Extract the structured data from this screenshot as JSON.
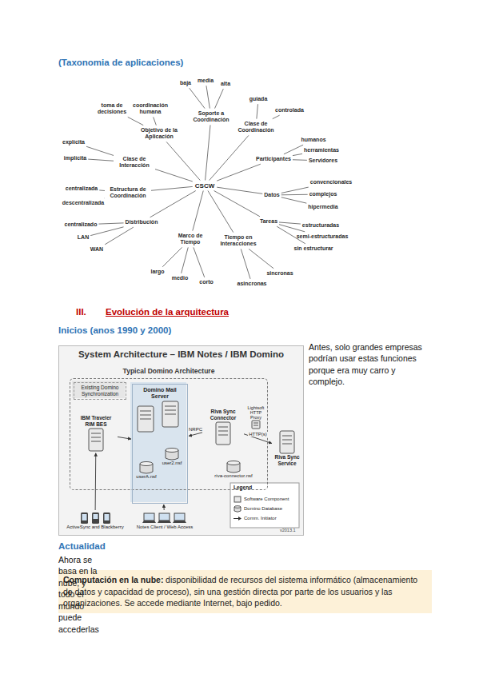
{
  "diagram": {
    "title": "(Taxonomia de aplicaciones)",
    "nodes": [
      {
        "text": [
          "CSCW"
        ]
      },
      {
        "text": [
          "Soporte a Coordinación"
        ]
      },
      {
        "text": [
          "baja"
        ]
      },
      {
        "text": [
          "media"
        ]
      },
      {
        "text": [
          "alta"
        ]
      },
      {
        "text": [
          "Objetivo de la Aplicación"
        ]
      },
      {
        "text": [
          "coordinación humana"
        ]
      },
      {
        "text": [
          "toma de decisiones"
        ]
      },
      {
        "text": [
          "Clase de Coordinación"
        ]
      },
      {
        "text": [
          "guiada"
        ]
      },
      {
        "text": [
          "controlada"
        ]
      },
      {
        "text": [
          "Participantes"
        ]
      },
      {
        "text": [
          "humanos"
        ]
      },
      {
        "text": [
          "herramientas"
        ]
      },
      {
        "text": [
          "Servidores"
        ]
      },
      {
        "text": [
          "Datos"
        ]
      },
      {
        "text": [
          "convencionales"
        ]
      },
      {
        "text": [
          "complejos"
        ]
      },
      {
        "text": [
          "hipermedia"
        ]
      },
      {
        "text": [
          "Tareas"
        ]
      },
      {
        "text": [
          "estructuradas"
        ]
      },
      {
        "text": [
          "semi-estructuradas"
        ]
      },
      {
        "text": [
          "sin estructurar"
        ]
      },
      {
        "text": [
          "Tiempo en Interacciones"
        ]
      },
      {
        "text": [
          "asincronas"
        ]
      },
      {
        "text": [
          "sincronas"
        ]
      },
      {
        "text": [
          "Marco de Tiempo"
        ]
      },
      {
        "text": [
          "largo"
        ]
      },
      {
        "text": [
          "medio"
        ]
      },
      {
        "text": [
          "corto"
        ]
      },
      {
        "text": [
          "Distribución"
        ]
      },
      {
        "text": [
          "centralizado"
        ]
      },
      {
        "text": [
          "LAN"
        ]
      },
      {
        "text": [
          "WAN"
        ]
      },
      {
        "text": [
          "Estructura de Coordinación"
        ]
      },
      {
        "text": [
          "centralizada"
        ]
      },
      {
        "text": [
          "descentralizada"
        ]
      },
      {
        "text": [
          "Clase de Interacción"
        ]
      },
      {
        "text": [
          "explícita"
        ]
      },
      {
        "text": [
          "implícita"
        ]
      },
      {
        "text": [
          "System Architecture – IBM Notes / IBM Domino"
        ]
      },
      {
        "text": [
          "Typical Domino Architecture"
        ],
        "in": 40
      },
      {
        "text": [
          "Existing Domino Synchronization"
        ],
        "in": 41
      },
      {
        "text": [
          "Domino Mail Server"
        ],
        "in": 41
      },
      {
        "text": [
          "userA.nsf"
        ],
        "in": 43
      },
      {
        "text": [
          "user2.nsf"
        ],
        "in": 43
      },
      {
        "text": [
          "IBM Traveler RIM BES"
        ],
        "in": 41
      },
      {
        "text": [
          "Riva Sync Connector"
        ],
        "in": 41
      },
      {
        "text": [
          "riva-connector.nsf"
        ],
        "in": 41
      },
      {
        "text": [
          "Lightsoft HTTP Proxy"
        ],
        "in": 41
      },
      {
        "text": [
          "Riva Sync Service"
        ],
        "in": 40
      },
      {
        "text": [
          "ActiveSync and Blackberry"
        ],
        "in": 40
      },
      {
        "text": [
          "Notes Client / Web Access"
        ],
        "in": 40
      },
      {
        "text": [
          "Computación en la nube:",
          "disponibilidad de recursos del sistema informático (almacenamiento de datos y capacidad de proceso), sin una gestión directa por parte de los usuarios y las organizaciones. Se accede mediante Internet, bajo pedido."
        ]
      }
    ],
    "edges": [
      {
        "from": 0,
        "to": 1,
        "arrow": "none"
      },
      {
        "from": 1,
        "to": 2,
        "arrow": "none"
      },
      {
        "from": 1,
        "to": 3,
        "arrow": "none"
      },
      {
        "from": 1,
        "to": 4,
        "arrow": "none"
      },
      {
        "from": 0,
        "to": 5,
        "arrow": "none"
      },
      {
        "from": 5,
        "to": 6,
        "arrow": "none"
      },
      {
        "from": 5,
        "to": 7,
        "arrow": "none"
      },
      {
        "from": 0,
        "to": 8,
        "arrow": "none"
      },
      {
        "from": 8,
        "to": 9,
        "arrow": "none"
      },
      {
        "from": 8,
        "to": 10,
        "arrow": "none"
      },
      {
        "from": 0,
        "to": 11,
        "arrow": "none"
      },
      {
        "from": 11,
        "to": 12,
        "arrow": "none"
      },
      {
        "from": 11,
        "to": 13,
        "arrow": "none"
      },
      {
        "from": 11,
        "to": 14,
        "arrow": "none"
      },
      {
        "from": 0,
        "to": 15,
        "arrow": "none"
      },
      {
        "from": 15,
        "to": 16,
        "arrow": "none"
      },
      {
        "from": 15,
        "to": 17,
        "arrow": "none"
      },
      {
        "from": 15,
        "to": 18,
        "arrow": "none"
      },
      {
        "from": 0,
        "to": 19,
        "arrow": "none"
      },
      {
        "from": 19,
        "to": 20,
        "arrow": "none"
      },
      {
        "from": 19,
        "to": 21,
        "arrow": "none"
      },
      {
        "from": 19,
        "to": 22,
        "arrow": "none"
      },
      {
        "from": 0,
        "to": 23,
        "arrow": "none"
      },
      {
        "from": 23,
        "to": 24,
        "arrow": "none"
      },
      {
        "from": 23,
        "to": 25,
        "arrow": "none"
      },
      {
        "from": 0,
        "to": 26,
        "arrow": "none"
      },
      {
        "from": 26,
        "to": 27,
        "arrow": "none"
      },
      {
        "from": 26,
        "to": 28,
        "arrow": "none"
      },
      {
        "from": 26,
        "to": 29,
        "arrow": "none"
      },
      {
        "from": 0,
        "to": 30,
        "arrow": "none"
      },
      {
        "from": 30,
        "to": 31,
        "arrow": "none"
      },
      {
        "from": 30,
        "to": 32,
        "arrow": "none"
      },
      {
        "from": 30,
        "to": 33,
        "arrow": "none"
      },
      {
        "from": 0,
        "to": 34,
        "arrow": "none"
      },
      {
        "from": 34,
        "to": 35,
        "arrow": "none"
      },
      {
        "from": 34,
        "to": 36,
        "arrow": "none"
      },
      {
        "from": 0,
        "to": 37,
        "arrow": "none"
      },
      {
        "from": 37,
        "to": 38,
        "arrow": "none"
      },
      {
        "from": 37,
        "to": 39,
        "arrow": "none"
      },
      {
        "from": 46,
        "to": 43,
        "arrow": "to"
      },
      {
        "from": 47,
        "to": 43,
        "label": "NRPC",
        "arrow": "to"
      },
      {
        "from": 47,
        "to": 50,
        "label": "HTTP(s)",
        "arrow": "to"
      },
      {
        "from": 51,
        "to": 46,
        "arrow": "to"
      },
      {
        "from": 52,
        "to": 43,
        "arrow": "to"
      }
    ],
    "labels": [
      "III.",
      "Evolución de la arquitectura",
      "Inicios (anos 1990 y 2000)",
      "Antes, solo grandes empresas podrían usar estas funciones porque era muy carro y complejo.",
      "Actualidad",
      "Ahora se basa en la nube, y todo el mundo puede accederlas",
      "Legend",
      "v2013.1"
    ],
    "legend": [
      {
        "text": "Software Component"
      },
      {
        "text": "Domino Database"
      },
      {
        "text": "Comm. Initiator"
      }
    ]
  }
}
